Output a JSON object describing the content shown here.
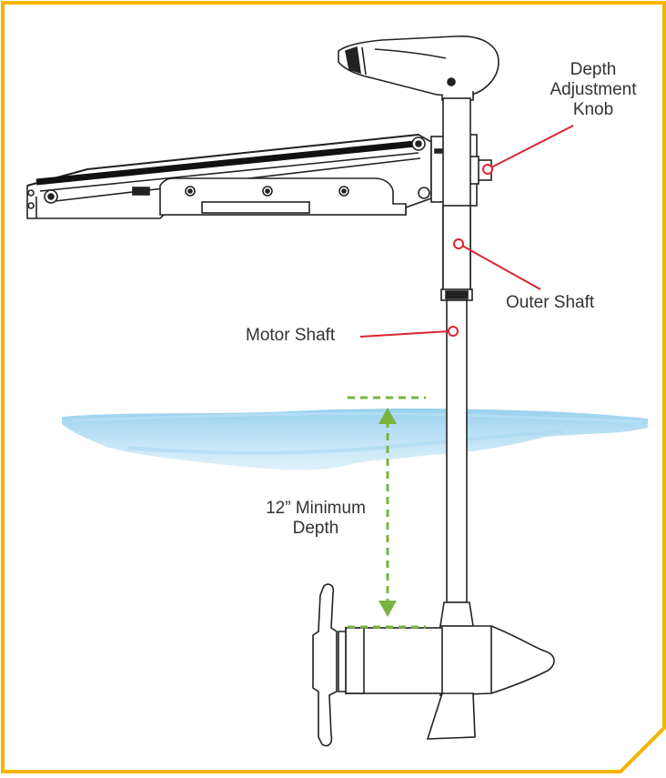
{
  "labels": {
    "depth_adjustment_knob": [
      "Depth",
      "Adjustment",
      "Knob"
    ],
    "outer_shaft": "Outer Shaft",
    "motor_shaft": "Motor Shaft",
    "minimum_depth": [
      "12” Minimum",
      "Depth"
    ]
  },
  "colors": {
    "frame": "#f5b400",
    "callout": "#d7262f",
    "depth_marker": "#7ab33f",
    "water": "#9fd3ee",
    "line_art": "#222222",
    "text": "#333333"
  }
}
